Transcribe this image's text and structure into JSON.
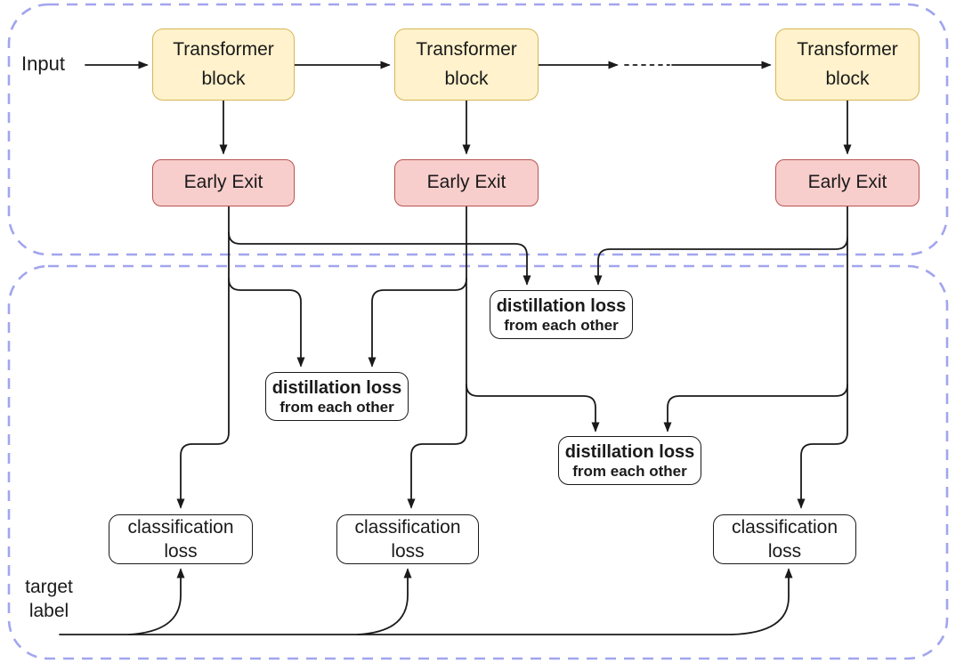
{
  "diagram": {
    "labels": {
      "input": "Input",
      "target_line1": "target",
      "target_line2": "label",
      "transformer_line1": "Transformer",
      "transformer_line2": "block",
      "early_exit": "Early Exit",
      "distill_line1": "distillation loss",
      "distill_line2": "from each other",
      "classification_line1": "classification",
      "classification_line2": "loss"
    },
    "colors": {
      "transformer_fill": "#fff2cc",
      "transformer_border": "#d6b656",
      "early_exit_fill": "#f8cecc",
      "early_exit_border": "#b85450",
      "loss_box_fill": "#ffffff",
      "loss_box_border": "#1a1a1a",
      "connector": "#1a1a1a",
      "container_dash": "#a2a5ee",
      "background": "#ffffff"
    },
    "structure": {
      "transformer_block_count": 3,
      "early_exit_count": 3,
      "distillation_loss_count": 3,
      "classification_loss_count": 3,
      "skip_connection": "dotted gap between block 2 and block 3"
    }
  }
}
